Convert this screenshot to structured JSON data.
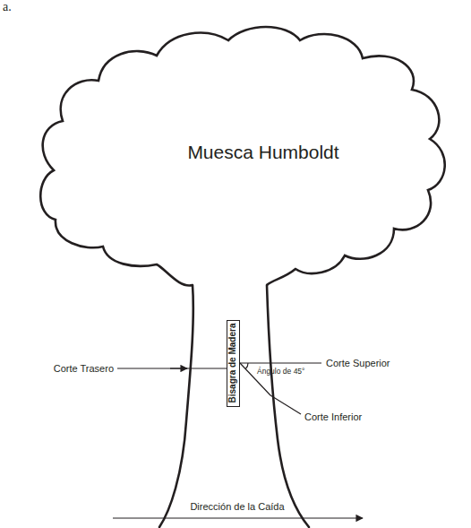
{
  "diagram": {
    "nodes": [
      {
        "text": [
          "Muesca Humboldt"
        ]
      },
      {
        "text": [
          "Bisagra de Madera"
        ]
      }
    ],
    "labels": [
      "a.",
      "Corte Trasero",
      "Corte Superior",
      "Ángulo de 45°",
      "Corte Inferior",
      "Dirección de la Caída"
    ]
  }
}
